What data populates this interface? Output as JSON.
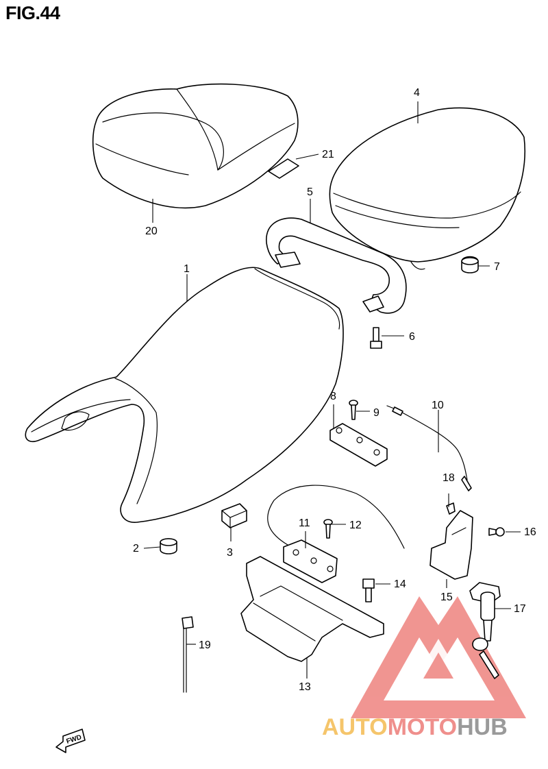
{
  "figure": {
    "title": "FIG.44",
    "fwd_label": "FWD"
  },
  "callouts": [
    {
      "id": "c1",
      "label": "1"
    },
    {
      "id": "c2",
      "label": "2"
    },
    {
      "id": "c3",
      "label": "3"
    },
    {
      "id": "c4",
      "label": "4"
    },
    {
      "id": "c5",
      "label": "5"
    },
    {
      "id": "c6",
      "label": "6"
    },
    {
      "id": "c7",
      "label": "7"
    },
    {
      "id": "c8",
      "label": "8"
    },
    {
      "id": "c9",
      "label": "9"
    },
    {
      "id": "c10",
      "label": "10"
    },
    {
      "id": "c11",
      "label": "11"
    },
    {
      "id": "c12",
      "label": "12"
    },
    {
      "id": "c13",
      "label": "13"
    },
    {
      "id": "c14",
      "label": "14"
    },
    {
      "id": "c15",
      "label": "15"
    },
    {
      "id": "c16",
      "label": "16"
    },
    {
      "id": "c17",
      "label": "17"
    },
    {
      "id": "c18",
      "label": "18"
    },
    {
      "id": "c19",
      "label": "19"
    },
    {
      "id": "c20",
      "label": "20"
    },
    {
      "id": "c21",
      "label": "21"
    }
  ],
  "watermark": {
    "part1": "AUTO",
    "part2": "MOTO",
    "part3": "HUB",
    "colors": {
      "auto": "#f5c56b",
      "moto": "#ef8f8c",
      "hub": "#9a9a9a",
      "logo": "#ef8a86"
    }
  }
}
